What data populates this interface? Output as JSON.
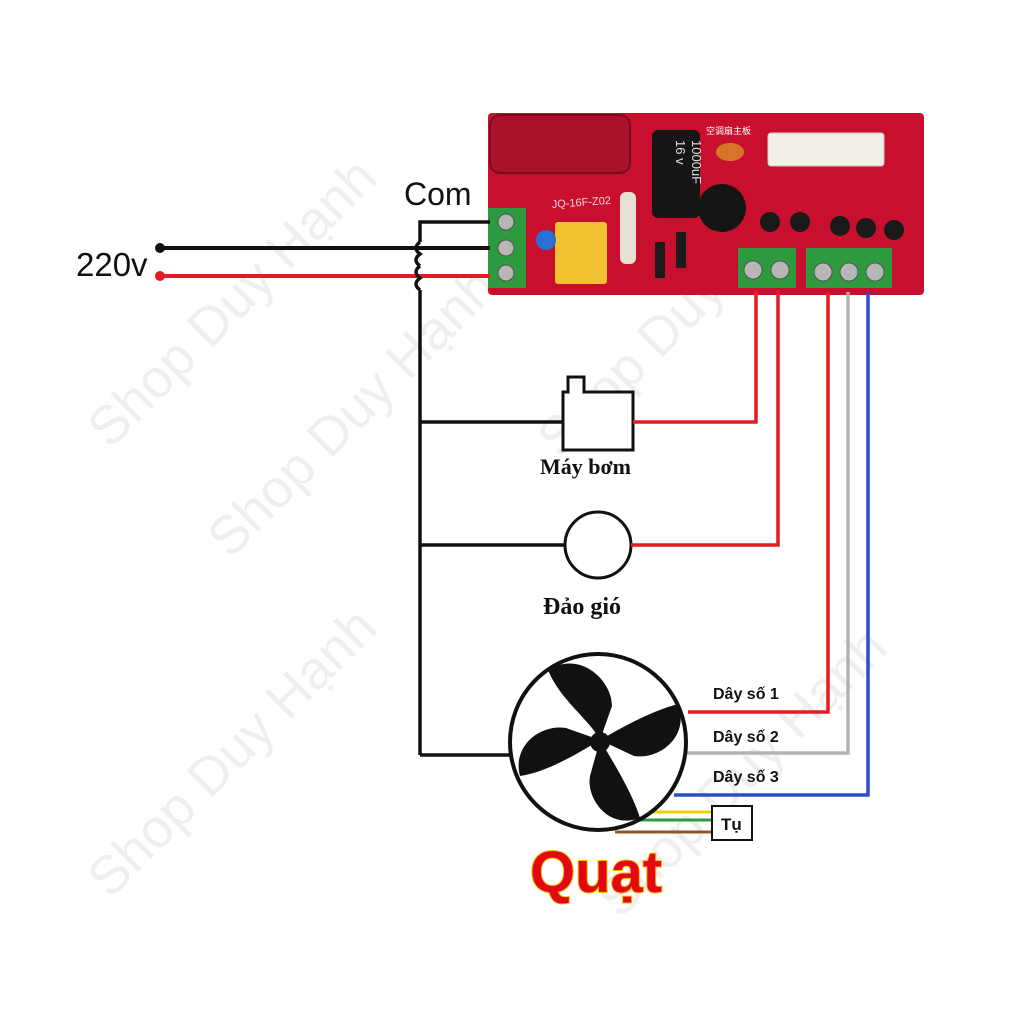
{
  "supply": {
    "voltage_label": "220v",
    "common_label": "Com"
  },
  "loads": {
    "pump_label": "Máy bơm",
    "swing_label": "Đảo gió",
    "fan_title": "Quạt"
  },
  "fan_wires": {
    "wire1_label": "Dây số 1",
    "wire2_label": "Dây số 2",
    "wire3_label": "Dây số 3"
  },
  "capacitor": {
    "label": "Tụ"
  },
  "pcb": {
    "cap_text_1": "1000uF",
    "cap_text_2": "16 v",
    "header_text": "空调扇主板",
    "board_code": "JQ-16F-Z02"
  },
  "watermark": {
    "text": "Shop Duy Hạnh"
  },
  "colors": {
    "board": "#c8102e",
    "terminal": "#2e9a3e",
    "wire_black": "#111111",
    "wire_red": "#e31b23",
    "wire_gray": "#b3b3b3",
    "wire_blue": "#2b4fc9",
    "title_red": "#e30613",
    "title_outline": "#f2c200"
  }
}
